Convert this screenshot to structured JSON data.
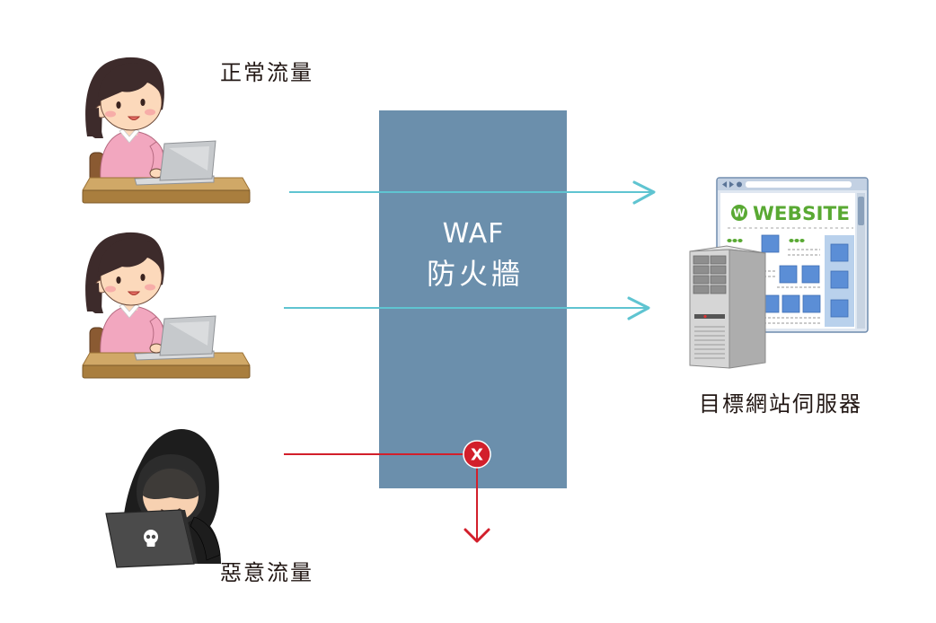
{
  "diagram": {
    "labels": {
      "normal_traffic": "正常流量",
      "malicious_traffic": "惡意流量",
      "target_server": "目標網站伺服器"
    },
    "firewall": {
      "title_line_1": "WAF",
      "title_line_2": "防火牆",
      "color": "#6b8fac"
    },
    "blocked_marker": {
      "symbol": "X"
    },
    "website": {
      "logo_letter": "W",
      "title": "WEBSITE",
      "accent_color": "#59a933"
    },
    "colors": {
      "allowed_arrow": "#5fc4d1",
      "blocked_arrow": "#d21f2b",
      "label_text": "#231815"
    },
    "icons": {
      "normal_user": "woman-at-laptop-icon",
      "attacker": "hooded-hacker-icon",
      "target": "web-server-icon"
    }
  }
}
